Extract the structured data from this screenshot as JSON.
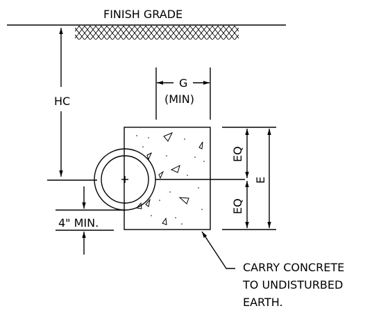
{
  "labels": {
    "finish_grade": "FINISH GRADE",
    "hc": "HC",
    "g": "G",
    "min_paren": "(MIN)",
    "eq_top": "EQ",
    "eq_bottom": "EQ",
    "e": "E",
    "four_in_min": "4\" MIN.",
    "note_line1": "CARRY CONCRETE",
    "note_line2": "TO UNDISTURBED",
    "note_line3": "EARTH."
  }
}
